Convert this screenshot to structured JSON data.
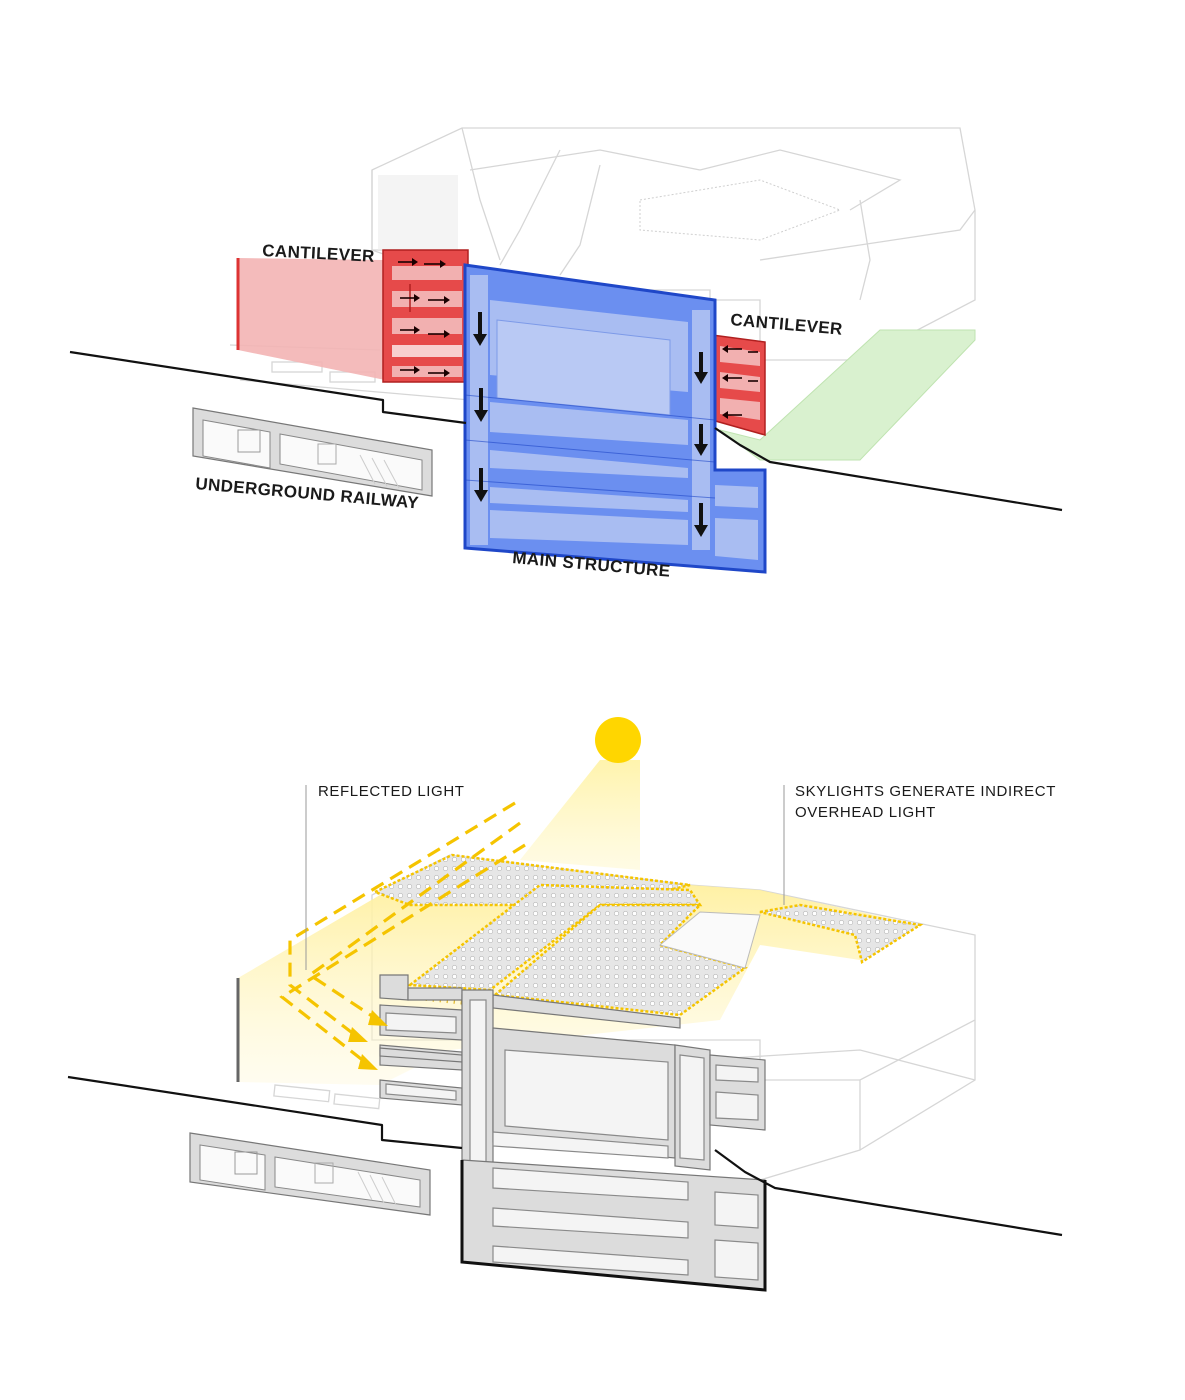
{
  "top_diagram": {
    "labels": {
      "cantilever_left": "CANTILEVER",
      "cantilever_right": "CANTILEVER",
      "underground_railway": "UNDERGROUND RAILWAY",
      "main_structure": "MAIN STRUCTURE"
    },
    "colors": {
      "main_structure": "#3366dd",
      "main_structure_fill": "#a9bdf2",
      "cantilever": "#dd3333",
      "cantilever_fill": "#f2b3b3",
      "landscape": "#d6f0cc"
    },
    "load_arrows": {
      "direction": "down",
      "count": 6
    },
    "cantilever_arrows": {
      "left_direction": "right",
      "right_direction": "left"
    }
  },
  "bottom_diagram": {
    "labels": {
      "reflected_light": "REFLECTED LIGHT",
      "skylights_line1": "SKYLIGHTS GENERATE INDIRECT",
      "skylights_line2": "OVERHEAD LIGHT"
    },
    "colors": {
      "sun": "#ffd600",
      "light": "#fff3b0",
      "skylight_outline": "#f5c400"
    }
  }
}
